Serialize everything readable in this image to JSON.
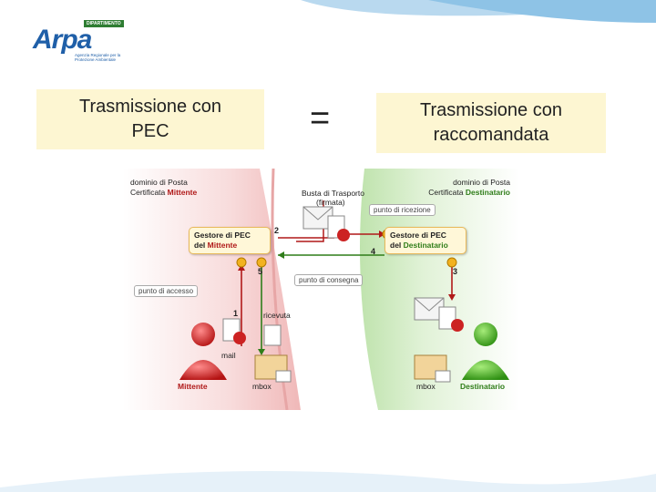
{
  "logo": {
    "department": "DIPARTIMENTO",
    "name": "Arpa",
    "subtitle": "Agenzia Regionale per la Protezione Ambientale"
  },
  "titles": {
    "left": "Trasmissione con PEC",
    "equals": "=",
    "right": "Trasmissione con raccomandata"
  },
  "diagram": {
    "sender_domain_line1": "dominio di Posta",
    "sender_domain_line2": "Certificata",
    "sender_domain_highlight": "Mittente",
    "receiver_domain_line1": "dominio di Posta",
    "receiver_domain_line2": "Certificata",
    "receiver_domain_highlight": "Destinatario",
    "transport_line1": "Busta di Trasporto",
    "transport_line2": "(firmata)",
    "sender_manager_line1": "Gestore di PEC",
    "sender_manager_prefix": "del",
    "sender_manager_highlight": "Mittente",
    "receiver_manager_line1": "Gestore di PEC",
    "receiver_manager_prefix": "del",
    "receiver_manager_highlight": "Destinatario",
    "reception_point": "punto di ricezione",
    "delivery_point": "punto di consegna",
    "access_point": "punto di accesso",
    "receipt": "ricevuta",
    "mail": "mail",
    "mbox_left": "mbox",
    "mbox_right": "mbox",
    "sender": "Mittente",
    "receiver": "Destinatario",
    "step1": "1",
    "step2": "2",
    "step3": "3",
    "step4": "4",
    "step5": "5"
  },
  "colors": {
    "sender_zone": "#f4c9c9",
    "receiver_zone": "#d3ecc6",
    "sender_accent": "#b01919",
    "receiver_accent": "#2f7d19",
    "title_box": "#fdf6d2",
    "arpa_blue": "#1f5fa8"
  }
}
